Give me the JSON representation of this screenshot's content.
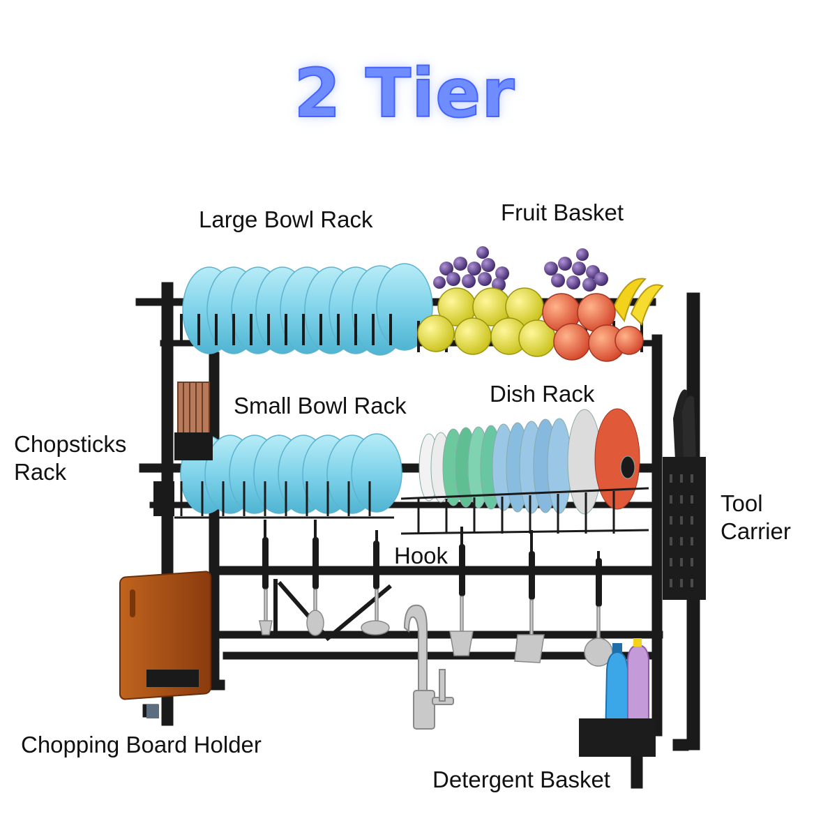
{
  "title": "2 Tier",
  "labels": {
    "large_bowl_rack": "Large Bowl Rack",
    "fruit_basket": "Fruit Basket",
    "small_bowl_rack": "Small Bowl Rack",
    "dish_rack": "Dish Rack",
    "chopsticks_rack": [
      "Chopsticks",
      "Rack"
    ],
    "tool_carrier": [
      "Tool",
      "Carrier"
    ],
    "hook": "Hook",
    "chopping_board_holder": "Chopping Board Holder",
    "detergent_basket": "Detergent Basket"
  },
  "colors": {
    "frame": "#1a1a1a",
    "bowl": "#7fd3ea",
    "title": "#6f8dff"
  }
}
